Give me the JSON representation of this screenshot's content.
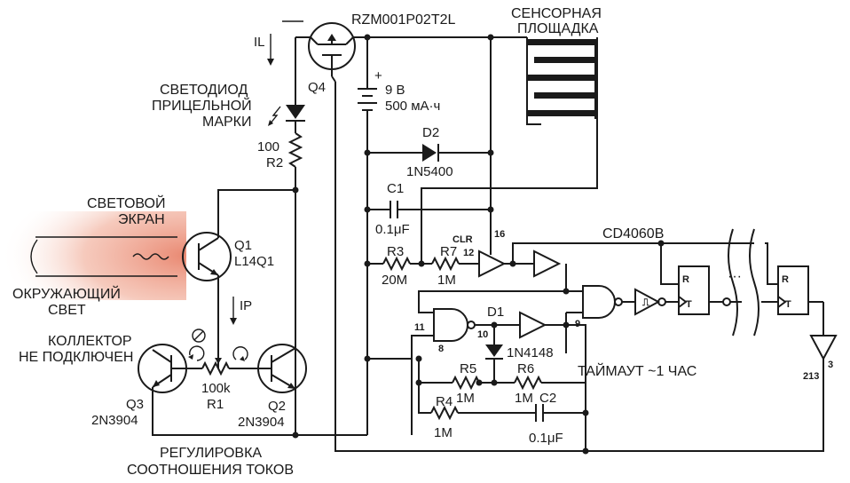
{
  "components": {
    "q4_part": "RZM001P02T2L",
    "q4_ref": "Q4",
    "il": "IL",
    "touch_pad_1": "СЕНСОРНАЯ",
    "touch_pad_2": "ПЛОЩАДКА",
    "led_1": "СВЕТОДИОД",
    "led_2": "ПРИЦЕЛЬНОЙ",
    "led_3": "МАРКИ",
    "battery_v": "9 В",
    "battery_cap": "500  мА·ч",
    "battery_plus": "+",
    "r2_val": "100",
    "r2_ref": "R2",
    "d2_ref": "D2",
    "d2_part": "1N5400",
    "c1_ref": "C1",
    "c1_val": "0.1μF",
    "screen_1": "СВЕТОВОЙ",
    "screen_2": "ЭКРАН",
    "q1_ref": "Q1",
    "q1_part": "L14Q1",
    "ambient_1": "ОКРУЖАЮЩИЙ",
    "ambient_2": "СВЕТ",
    "r3_ref": "R3",
    "r3_val": "20M",
    "r7_ref": "R7",
    "r7_val": "1M",
    "clr": "CLR",
    "pin12": "12",
    "pin16": "16",
    "counter": "CD4060B",
    "ip": "IP",
    "collector_1": "КОЛЛЕКТОР",
    "collector_2": "НЕ ПОДКЛЮЧЕН",
    "r1_val": "100k",
    "r1_ref": "R1",
    "q3_ref": "Q3",
    "q3_part": "2N3904",
    "q2_ref": "Q2",
    "q2_part": "2N3904",
    "pin11": "11",
    "pin8": "8",
    "pin10": "10",
    "pin9": "9",
    "d1_ref": "D1",
    "d1_part": "1N4148",
    "r5_ref": "R5",
    "r5_val": "1M",
    "r6_ref": "R6",
    "r6_val": "1M",
    "r4_ref": "R4",
    "r4_val": "1M",
    "c2_ref": "C2",
    "c2_val": "0.1μF",
    "timeout": "ТАЙМАУТ ~1 ЧАС",
    "ff_r": "R",
    "ff_t": "T",
    "pin3": "3",
    "out_tap": "213",
    "adjust_1": "РЕГУЛИРОВКА",
    "adjust_2": "СООТНОШЕНИЯ ТОКОВ",
    "dots": "···"
  }
}
